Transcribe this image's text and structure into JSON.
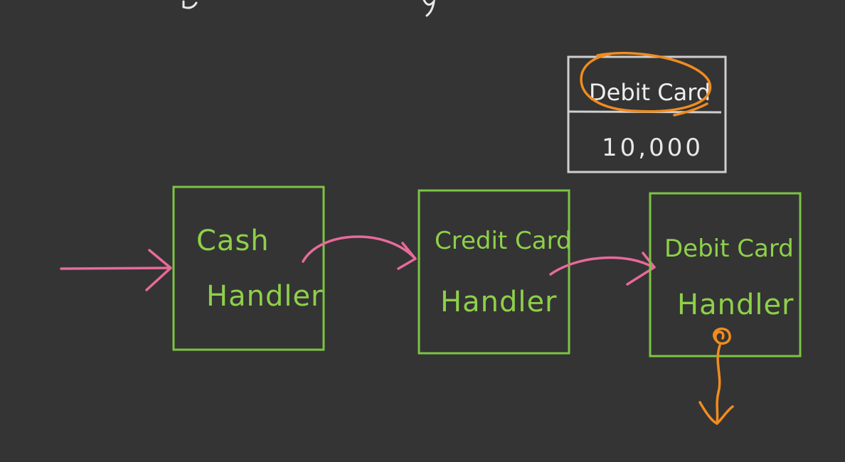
{
  "handlers": [
    {
      "line1": "Cash",
      "line2": "Handler"
    },
    {
      "line1": "Credit Card",
      "line2": "Handler"
    },
    {
      "line1": "Debit Card",
      "line2": "Handler"
    }
  ],
  "request": {
    "type": "Debit Card",
    "amount": "10,000"
  },
  "colors": {
    "background": "#343434",
    "handler_box": "#7cc443",
    "handler_text": "#8ed04a",
    "arrow": "#e86a9a",
    "highlight": "#f08c1f",
    "request_box": "#cfcfcf"
  }
}
